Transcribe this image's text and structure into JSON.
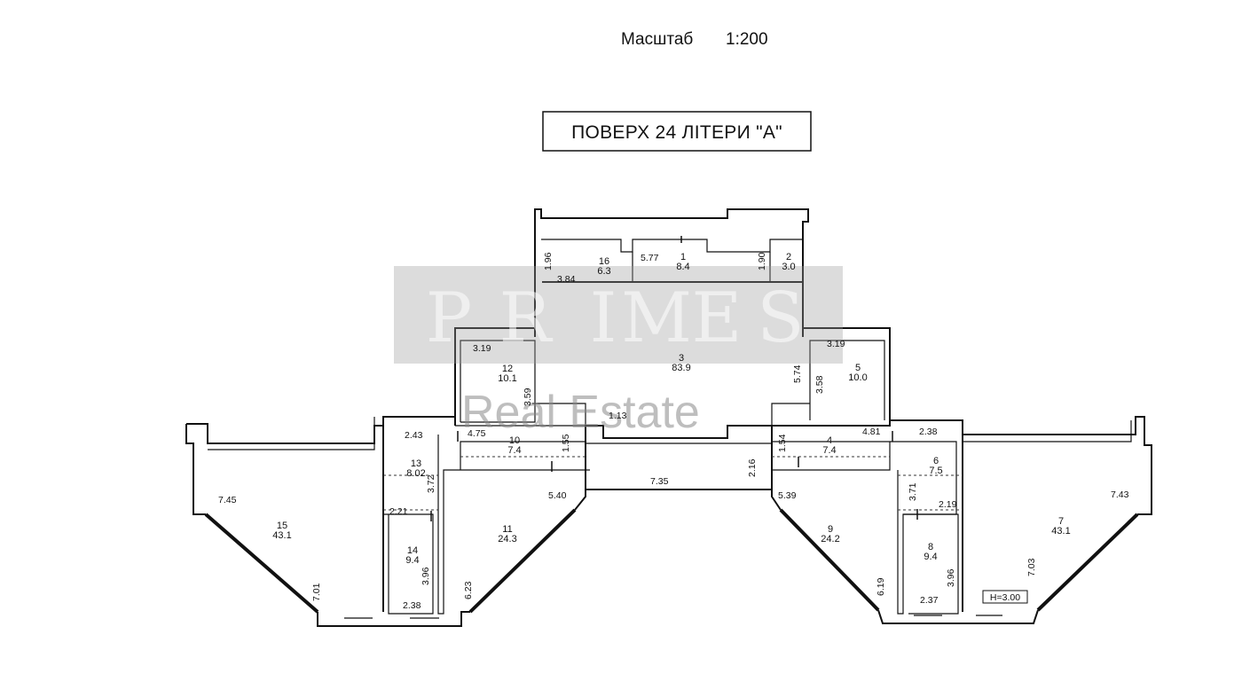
{
  "scale_label": "Масштаб",
  "scale_value": "1:200",
  "floor_title": "ПОВЕРХ 24 ЛІТЕРИ \"А\"",
  "watermark": {
    "letters": [
      "P",
      "R",
      "I",
      "M",
      "E",
      "S"
    ],
    "subtitle": "Real Estate"
  },
  "height_label": "H=3.00",
  "rooms": [
    {
      "num": "1",
      "area": "8.4"
    },
    {
      "num": "2",
      "area": "3.0"
    },
    {
      "num": "3",
      "area": "83.9"
    },
    {
      "num": "4",
      "area": "7.4"
    },
    {
      "num": "5",
      "area": "10.0"
    },
    {
      "num": "6",
      "area": "7.5"
    },
    {
      "num": "7",
      "area": "43.1"
    },
    {
      "num": "8",
      "area": "9.4"
    },
    {
      "num": "9",
      "area": "24.2"
    },
    {
      "num": "10",
      "area": "7.4"
    },
    {
      "num": "11",
      "area": "24.3"
    },
    {
      "num": "12",
      "area": "10.1"
    },
    {
      "num": "13",
      "area": "8.02"
    },
    {
      "num": "14",
      "area": "9.4"
    },
    {
      "num": "15",
      "area": "43.1"
    },
    {
      "num": "16",
      "area": "6.3"
    }
  ],
  "dimensions": {
    "d_1_96": "1.96",
    "d_3_84": "3.84",
    "d_5_77": "5.77",
    "d_1_90": "1.90",
    "d_3_19a": "3.19",
    "d_3_59": "3.59",
    "d_3_19b": "3.19",
    "d_3_58": "3.58",
    "d_5_74": "5.74",
    "d_1_13": "1.13",
    "d_2_43": "2.43",
    "d_4_75": "4.75",
    "d_1_55": "1.55",
    "d_1_54": "1.54",
    "d_4_81": "4.81",
    "d_2_38a": "2.38",
    "d_3_72": "3.72",
    "d_2_16": "2.16",
    "d_7_35": "7.35",
    "d_5_40": "5.40",
    "d_5_39": "5.39",
    "d_7_45": "7.45",
    "d_7_43": "7.43",
    "d_2_21": "2.21",
    "d_3_71": "3.71",
    "d_2_19": "2.19",
    "d_3_96a": "3.96",
    "d_3_96b": "3.96",
    "d_7_01": "7.01",
    "d_6_23": "6.23",
    "d_6_19": "6.19",
    "d_7_03": "7.03",
    "d_2_38b": "2.38",
    "d_2_37": "2.37"
  }
}
